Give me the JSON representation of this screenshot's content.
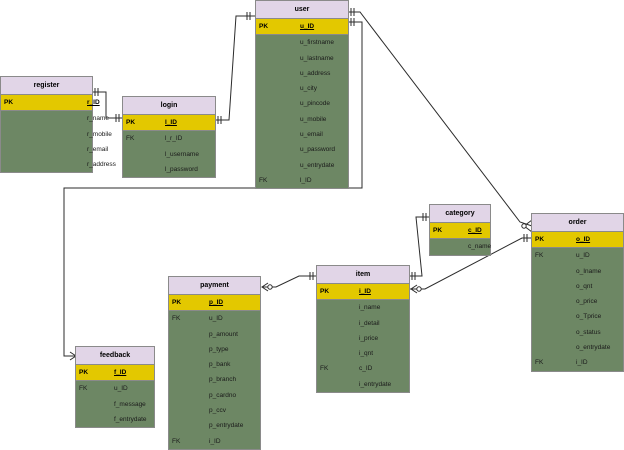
{
  "tables": [
    {
      "name": "register",
      "rows": [
        {
          "key": "PK",
          "col": "r_ID"
        },
        {
          "key": "",
          "col": "r_name"
        },
        {
          "key": "",
          "col": "r_mobile"
        },
        {
          "key": "",
          "col": "r_email"
        },
        {
          "key": "",
          "col": "r_address"
        }
      ]
    },
    {
      "name": "login",
      "rows": [
        {
          "key": "PK",
          "col": "l_ID"
        },
        {
          "key": "FK",
          "col": "l_r_ID"
        },
        {
          "key": "",
          "col": "l_username"
        },
        {
          "key": "",
          "col": "l_password"
        }
      ]
    },
    {
      "name": "user",
      "rows": [
        {
          "key": "PK",
          "col": "u_ID"
        },
        {
          "key": "",
          "col": "u_firstname"
        },
        {
          "key": "",
          "col": "u_lastname"
        },
        {
          "key": "",
          "col": "u_address"
        },
        {
          "key": "",
          "col": "u_city"
        },
        {
          "key": "",
          "col": "u_pincode"
        },
        {
          "key": "",
          "col": "u_mobile"
        },
        {
          "key": "",
          "col": "u_email"
        },
        {
          "key": "",
          "col": "u_password"
        },
        {
          "key": "",
          "col": "u_entrydate"
        },
        {
          "key": "FK",
          "col": "l_ID"
        }
      ]
    },
    {
      "name": "category",
      "rows": [
        {
          "key": "PK",
          "col": "c_ID"
        },
        {
          "key": "",
          "col": "c_name"
        }
      ]
    },
    {
      "name": "order",
      "rows": [
        {
          "key": "PK",
          "col": "o_ID"
        },
        {
          "key": "FK",
          "col": "u_ID"
        },
        {
          "key": "",
          "col": "o_Iname"
        },
        {
          "key": "",
          "col": "o_qnt"
        },
        {
          "key": "",
          "col": "o_price"
        },
        {
          "key": "",
          "col": "o_Tprice"
        },
        {
          "key": "",
          "col": "o_status"
        },
        {
          "key": "",
          "col": "o_entrydate"
        },
        {
          "key": "FK",
          "col": "i_ID"
        }
      ]
    },
    {
      "name": "item",
      "rows": [
        {
          "key": "PK",
          "col": "i_ID"
        },
        {
          "key": "",
          "col": "i_name"
        },
        {
          "key": "",
          "col": "i_detail"
        },
        {
          "key": "",
          "col": "i_price"
        },
        {
          "key": "",
          "col": "i_qnt"
        },
        {
          "key": "FK",
          "col": "c_ID"
        },
        {
          "key": "",
          "col": "i_entrydate"
        }
      ]
    },
    {
      "name": "payment",
      "rows": [
        {
          "key": "PK",
          "col": "p_ID"
        },
        {
          "key": "FK",
          "col": "u_ID"
        },
        {
          "key": "",
          "col": "p_amount"
        },
        {
          "key": "",
          "col": "p_type"
        },
        {
          "key": "",
          "col": "p_bank"
        },
        {
          "key": "",
          "col": "p_branch"
        },
        {
          "key": "",
          "col": "p_cardno"
        },
        {
          "key": "",
          "col": "p_ccv"
        },
        {
          "key": "",
          "col": "p_entrydate"
        },
        {
          "key": "FK",
          "col": "i_ID"
        }
      ]
    },
    {
      "name": "feedback",
      "rows": [
        {
          "key": "PK",
          "col": "f_ID"
        },
        {
          "key": "FK",
          "col": "u_ID"
        },
        {
          "key": "",
          "col": "f_message"
        },
        {
          "key": "",
          "col": "f_entrydate"
        }
      ]
    }
  ],
  "colors": {
    "header": "#e1d5e7",
    "primary_key_row": "#e3c800",
    "body": "#6d8764",
    "border": "#8a8a8a"
  }
}
